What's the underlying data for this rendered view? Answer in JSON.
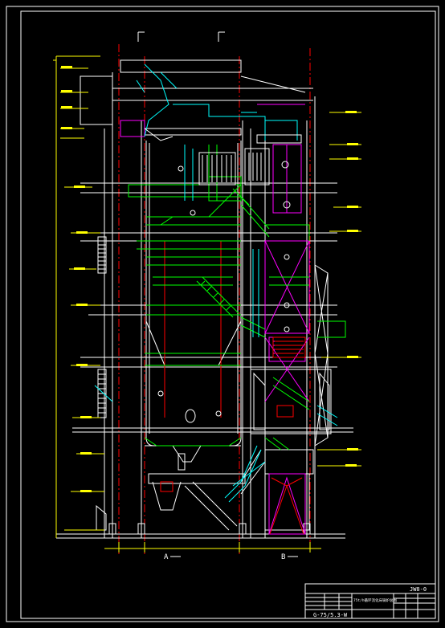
{
  "drawing": {
    "section_marks": {
      "left": "A",
      "right": "B"
    },
    "title_block": {
      "sheet_no": "JW8-0",
      "drawing_title": "75t/h循环流化床锅炉总图",
      "drawing_code": "G-75/5.3-W"
    },
    "colors": {
      "background": "#000000",
      "frame": "#ffffff",
      "steel": "#ffffff",
      "centerline": "#ff0000",
      "platform": "#00ff00",
      "piping": "#00ffff",
      "pressure": "#ff00ff",
      "dimension": "#ffff00"
    }
  }
}
